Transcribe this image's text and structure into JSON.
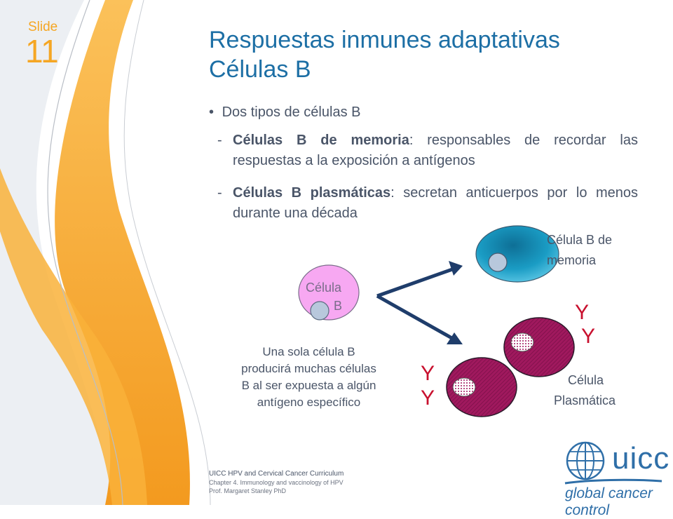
{
  "slide": {
    "label": "Slide",
    "number": "11"
  },
  "title": {
    "line1": "Respuestas inmunes adaptativas",
    "line2": "Células B"
  },
  "bullet": {
    "symbol": "•",
    "text": "Dos tipos de células B"
  },
  "subpoints": [
    {
      "dash": "-",
      "bold": "Células B de memoria",
      "rest": ": responsables de recordar las respuestas a la exposición a antígenos"
    },
    {
      "dash": "-",
      "bold": "Células B plasmáticas",
      "rest": ": secretan anticuerpos por lo menos durante una década"
    }
  ],
  "diagram": {
    "b_cell_label": {
      "line1": "Célula",
      "line2": "B"
    },
    "memory_label": {
      "line1": "Célula B de",
      "line2": "memoria"
    },
    "plasma_label": {
      "line1": "Célula",
      "line2": "Plasmática"
    },
    "antibody_symbol": "Y",
    "note": "Una sola célula B producirá muchas células B al ser expuesta a algún antígeno específico"
  },
  "footer": {
    "line1": "UICC  HPV and Cervical Cancer Curriculum",
    "line2": "Chapter 4. Immunology and vaccinology of HPV",
    "line3": "Prof. Margaret Stanley PhD"
  },
  "logo": {
    "name": "uicc",
    "tagline": "global cancer control",
    "icon": "globe-icon"
  },
  "colors": {
    "accent_orange": "#f5a623",
    "title_blue": "#1d6fa5",
    "b_cell_pink": "#f5a3f0",
    "memory_teal": "#1a8fb0",
    "plasma_maroon": "#a0195e",
    "antibody_red": "#c8102e",
    "arrow_navy": "#1f3d6b"
  }
}
